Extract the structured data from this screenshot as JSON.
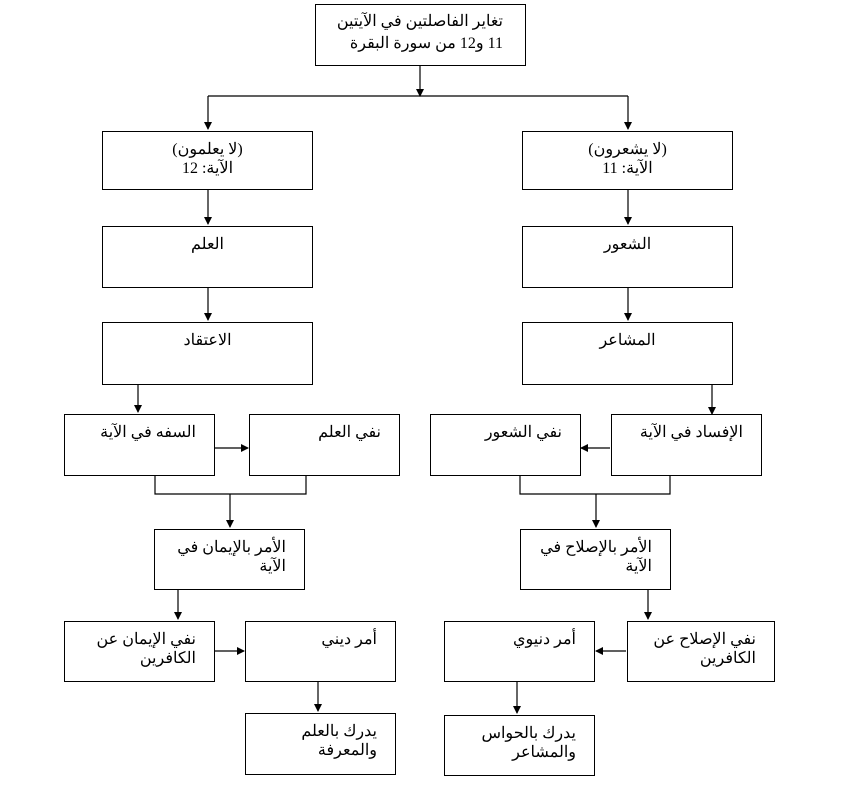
{
  "diagram": {
    "root": {
      "line1": "تغاير الفاصلتين في الآيتين",
      "line2": "11 و12 من سورة البقرة"
    },
    "left": {
      "verse": {
        "line1": "(لا يعلمون)",
        "line2": "الآية: 12"
      },
      "knowledge": "العلم",
      "belief": "الاعتقاد",
      "folly": "السفه في الآية",
      "negation": "نفي العلم",
      "command": {
        "line1": "الأمر بالإيمان في",
        "line2": "الآية"
      },
      "negation2": {
        "line1": "نفي الإيمان عن",
        "line2": "الكافرين"
      },
      "type": "أمر ديني",
      "perception": {
        "line1": "يدرك بالعلم",
        "line2": "والمعرفة"
      }
    },
    "right": {
      "verse": {
        "line1": "(لا يشعرون)",
        "line2": "الآية: 11"
      },
      "sense": "الشعور",
      "feelings": "المشاعر",
      "corruption": "الإفساد في الآية",
      "negation": "نفي الشعور",
      "command": {
        "line1": "الأمر بالإصلاح في",
        "line2": "الآية"
      },
      "negation2": {
        "line1": "نفي الإصلاح عن",
        "line2": "الكافرين"
      },
      "type": "أمر دنيوي",
      "perception": {
        "line1": "يدرك بالحواس",
        "line2": "والمشاعر"
      }
    }
  }
}
